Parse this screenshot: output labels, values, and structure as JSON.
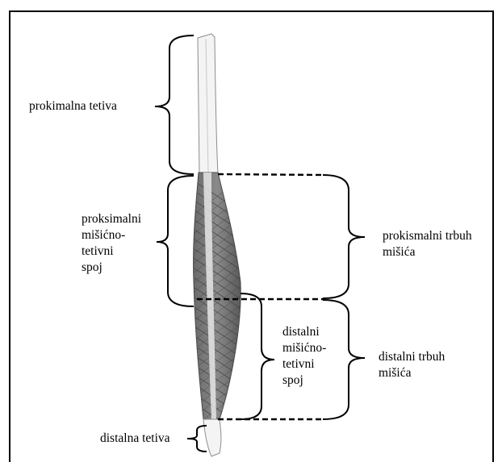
{
  "labels": {
    "proximal_tendon": "prokimalna tetiva",
    "proximal_mtj": "proksimalni\nmišićno-\ntetivni\nspoj",
    "proximal_belly": "prokismalni trbuh\nmišića",
    "distal_mtj": "distalni\nmišićno-\ntetivni\nspoj",
    "distal_belly": "distalni trbuh\nmišića",
    "distal_tendon": "distalna tetiva"
  },
  "colors": {
    "frame": "#000000",
    "muscle": "#7a7a7a",
    "muscle_dark": "#4f4f4f",
    "tendon": "#f2f2f2",
    "tendon_outline": "#8c8c8c",
    "bracket": "#000000"
  }
}
